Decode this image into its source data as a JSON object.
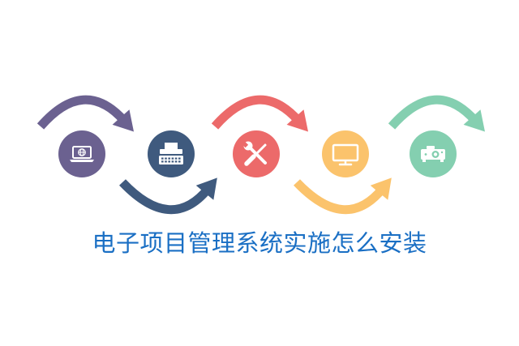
{
  "headline": {
    "text": "电子项目管理系统实施怎么安装",
    "color": "#1a6fc4"
  },
  "steps": [
    {
      "icon": "laptop-globe-icon",
      "color": "#6b6190",
      "arrow": "over"
    },
    {
      "icon": "typewriter-icon",
      "color": "#3f5a7e",
      "arrow": "under"
    },
    {
      "icon": "wrench-screwdriver-icon",
      "color": "#ec6a6a",
      "arrow": "over"
    },
    {
      "icon": "monitor-icon",
      "color": "#fbc36c",
      "arrow": "under"
    },
    {
      "icon": "projector-icon",
      "color": "#84cfb0",
      "arrow": "over"
    }
  ]
}
